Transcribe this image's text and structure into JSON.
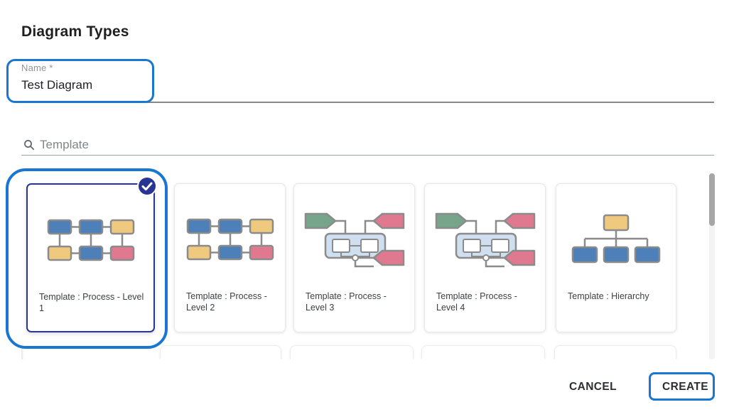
{
  "dialog": {
    "title": "Diagram Types",
    "name_field": {
      "label": "Name *",
      "value": "Test Diagram"
    },
    "search": {
      "placeholder": "Template",
      "icon": "search-icon"
    },
    "templates": [
      {
        "label": "Template : Process - Level 1",
        "thumbnail": "process-grid",
        "selected": true
      },
      {
        "label": "Template : Process - Level 2",
        "thumbnail": "process-grid",
        "selected": false
      },
      {
        "label": "Template : Process - Level 3",
        "thumbnail": "process-flow",
        "selected": false
      },
      {
        "label": "Template : Process - Level 4",
        "thumbnail": "process-flow",
        "selected": false
      },
      {
        "label": "Template : Hierarchy",
        "thumbnail": "hierarchy",
        "selected": false
      }
    ],
    "partial_next_row_cards": 5,
    "actions": {
      "cancel_label": "CANCEL",
      "create_label": "CREATE"
    }
  },
  "icons": {
    "selected_badge": "check-icon",
    "search": "search-icon"
  },
  "colors": {
    "annotation_highlight": "#1976d2",
    "selected_card_border": "#283593",
    "check_badge": "#283593",
    "thumb_blue": "#4d7fb8",
    "thumb_yellow": "#efc97d",
    "thumb_pink": "#e0798f",
    "thumb_green": "#76a58c",
    "thumb_container_fill": "#cfdfef",
    "thumb_stroke": "#8b8b8b"
  }
}
